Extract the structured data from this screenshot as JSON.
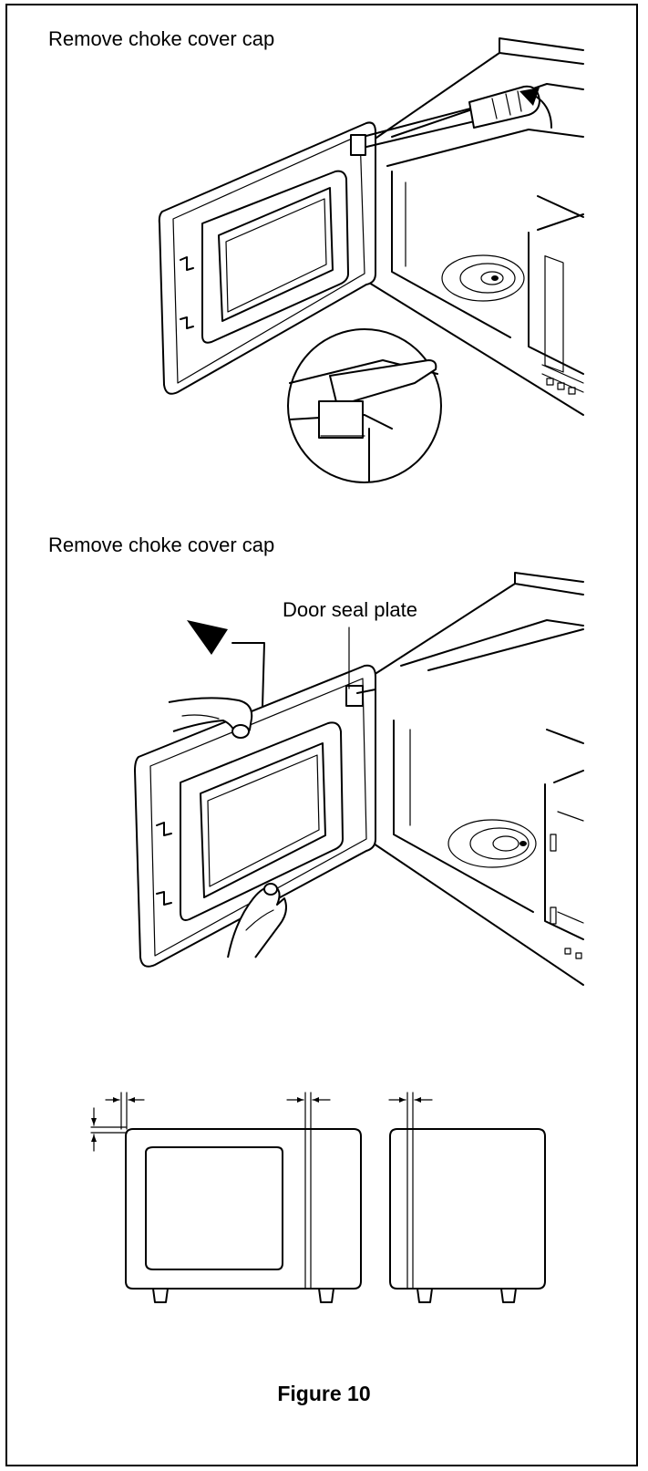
{
  "panel1": {
    "title": "Remove choke cover cap"
  },
  "panel2": {
    "title": "Remove choke cover cap",
    "callout": "Door seal plate"
  },
  "caption": "Figure 10",
  "icons": [
    "screwdriver-icon",
    "rotation-arrow-icon",
    "lift-arrow-icon",
    "hand-icon",
    "magnifier-detail-icon"
  ]
}
